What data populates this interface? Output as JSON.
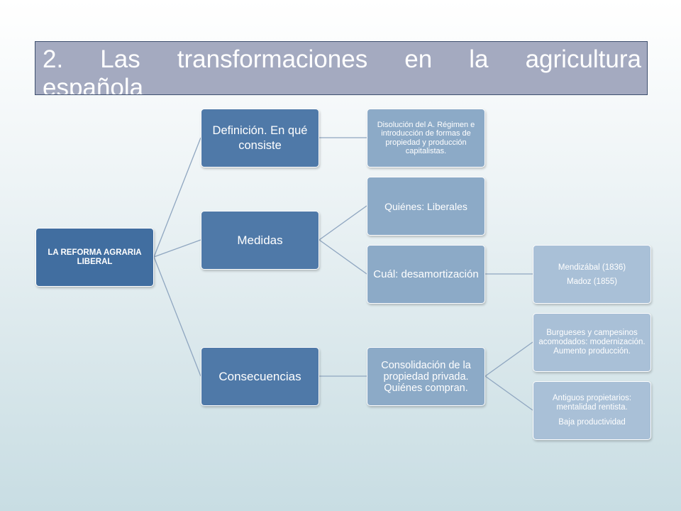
{
  "slide": {
    "title_line1": "2. Las transformaciones en la agricultura",
    "title_line2": "española"
  },
  "diagram": {
    "root": "LA REFORMA AGRARIA LIBERAL",
    "definicion": "Definición. En qué consiste",
    "definicion_detail": "Disolución del A. Régimen e introducción de formas de propiedad y producción capitalistas.",
    "medidas": "Medidas",
    "quienes": "Quiénes: Liberales",
    "cual": "Cuál: desamortización",
    "mendizabal": "Mendizábal (1836)",
    "madoz": "Madoz (1855)",
    "consecuencias": "Consecuencias",
    "consolidacion": "Consolidación de la propiedad privada. Quiénes compran.",
    "burgueses": "Burgueses y campesinos acomodados: modernización. Aumento producción.",
    "antiguos": "Antiguos propietarios: mentalidad rentista.",
    "baja": "Baja productividad"
  },
  "colors": {
    "title_bg": "#a4aac0",
    "title_border": "#3e4f6e",
    "node_dark": "#4f79a8",
    "node_root": "#416ea0",
    "node_mid": "#8caac7",
    "node_light": "#a9c0d7",
    "connector": "#8fa6c0"
  }
}
